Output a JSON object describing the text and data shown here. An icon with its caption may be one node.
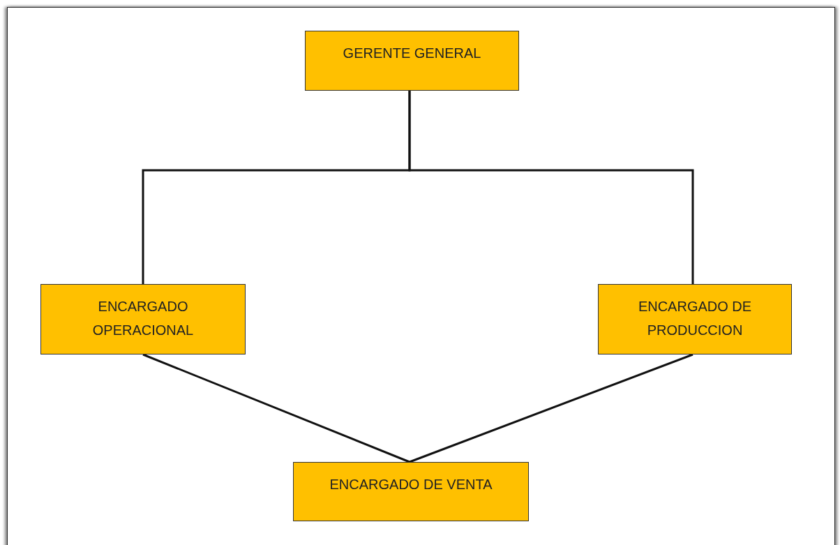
{
  "diagram": {
    "nodes": [
      {
        "text": [
          "GERENTE GENERAL"
        ]
      },
      {
        "text": [
          "ENCARGADO OPERACIONAL"
        ]
      },
      {
        "text": [
          "ENCARGADO DE PRODUCCION"
        ]
      },
      {
        "text": [
          "ENCARGADO DE VENTA"
        ]
      }
    ],
    "edges": [
      {
        "from": 0,
        "to": 1,
        "arrow": "none"
      },
      {
        "from": 0,
        "to": 2,
        "arrow": "none"
      },
      {
        "from": 1,
        "to": 3,
        "arrow": "none"
      },
      {
        "from": 2,
        "to": 3,
        "arrow": "none"
      }
    ]
  }
}
